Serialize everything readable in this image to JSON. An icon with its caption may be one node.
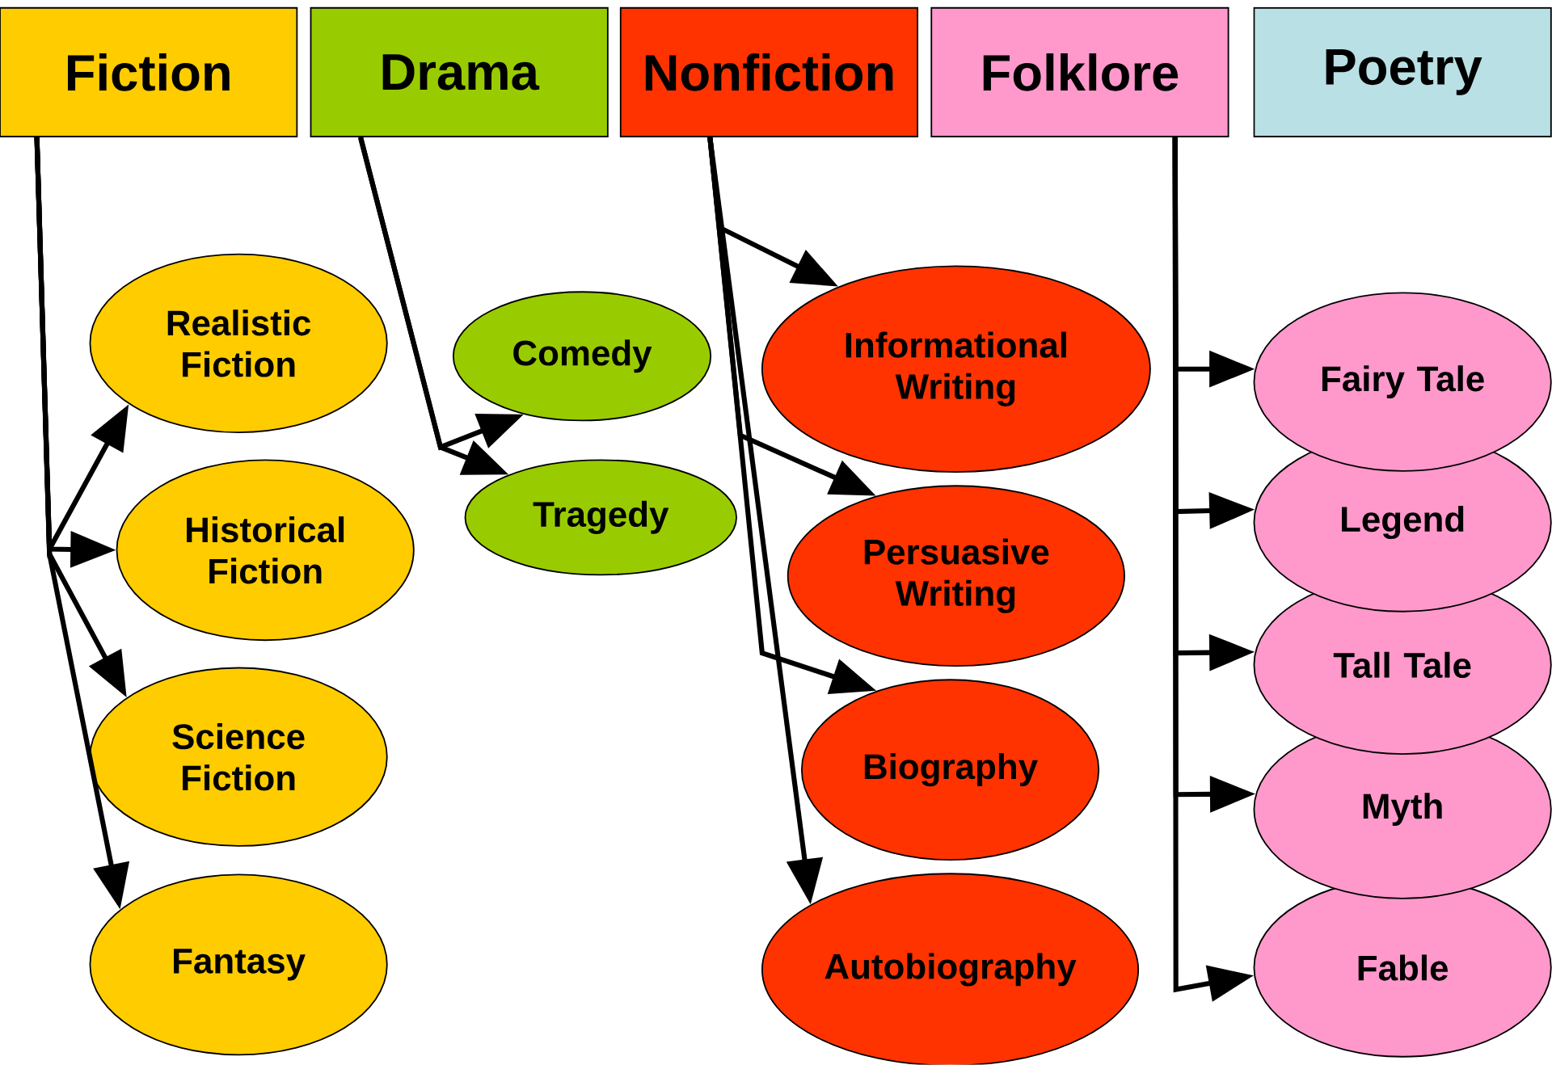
{
  "diagram": {
    "nodes": [
      {
        "text": [
          "Fiction"
        ]
      },
      {
        "text": [
          "Drama"
        ]
      },
      {
        "text": [
          "Nonfiction"
        ]
      },
      {
        "text": [
          "Folklore"
        ]
      },
      {
        "text": [
          "Poetry"
        ]
      },
      {
        "text": [
          "Realistic Fiction"
        ]
      },
      {
        "text": [
          "Historical Fiction"
        ]
      },
      {
        "text": [
          "Science Fiction"
        ]
      },
      {
        "text": [
          "Fantasy"
        ]
      },
      {
        "text": [
          "Comedy"
        ]
      },
      {
        "text": [
          "Tragedy"
        ]
      },
      {
        "text": [
          "Informational Writing"
        ]
      },
      {
        "text": [
          "Persuasive Writing"
        ]
      },
      {
        "text": [
          "Biography"
        ]
      },
      {
        "text": [
          "Autobiography"
        ]
      },
      {
        "text": [
          "Fairy Tale"
        ]
      },
      {
        "text": [
          "Legend"
        ]
      },
      {
        "text": [
          "Tall Tale"
        ]
      },
      {
        "text": [
          "Myth"
        ]
      },
      {
        "text": [
          "Fable"
        ]
      }
    ],
    "edges": [
      {
        "from": 0,
        "to": 5,
        "arrow": "to"
      },
      {
        "from": 0,
        "to": 6,
        "arrow": "to"
      },
      {
        "from": 0,
        "to": 7,
        "arrow": "to"
      },
      {
        "from": 0,
        "to": 8,
        "arrow": "to"
      },
      {
        "from": 1,
        "to": 9,
        "arrow": "to"
      },
      {
        "from": 1,
        "to": 10,
        "arrow": "to"
      },
      {
        "from": 2,
        "to": 11,
        "arrow": "to"
      },
      {
        "from": 2,
        "to": 12,
        "arrow": "to"
      },
      {
        "from": 2,
        "to": 13,
        "arrow": "to"
      },
      {
        "from": 2,
        "to": 14,
        "arrow": "to"
      },
      {
        "from": 3,
        "to": 15,
        "arrow": "to"
      },
      {
        "from": 3,
        "to": 16,
        "arrow": "to"
      },
      {
        "from": 3,
        "to": 17,
        "arrow": "to"
      },
      {
        "from": 3,
        "to": 18,
        "arrow": "to"
      },
      {
        "from": 3,
        "to": 19,
        "arrow": "to"
      }
    ]
  }
}
